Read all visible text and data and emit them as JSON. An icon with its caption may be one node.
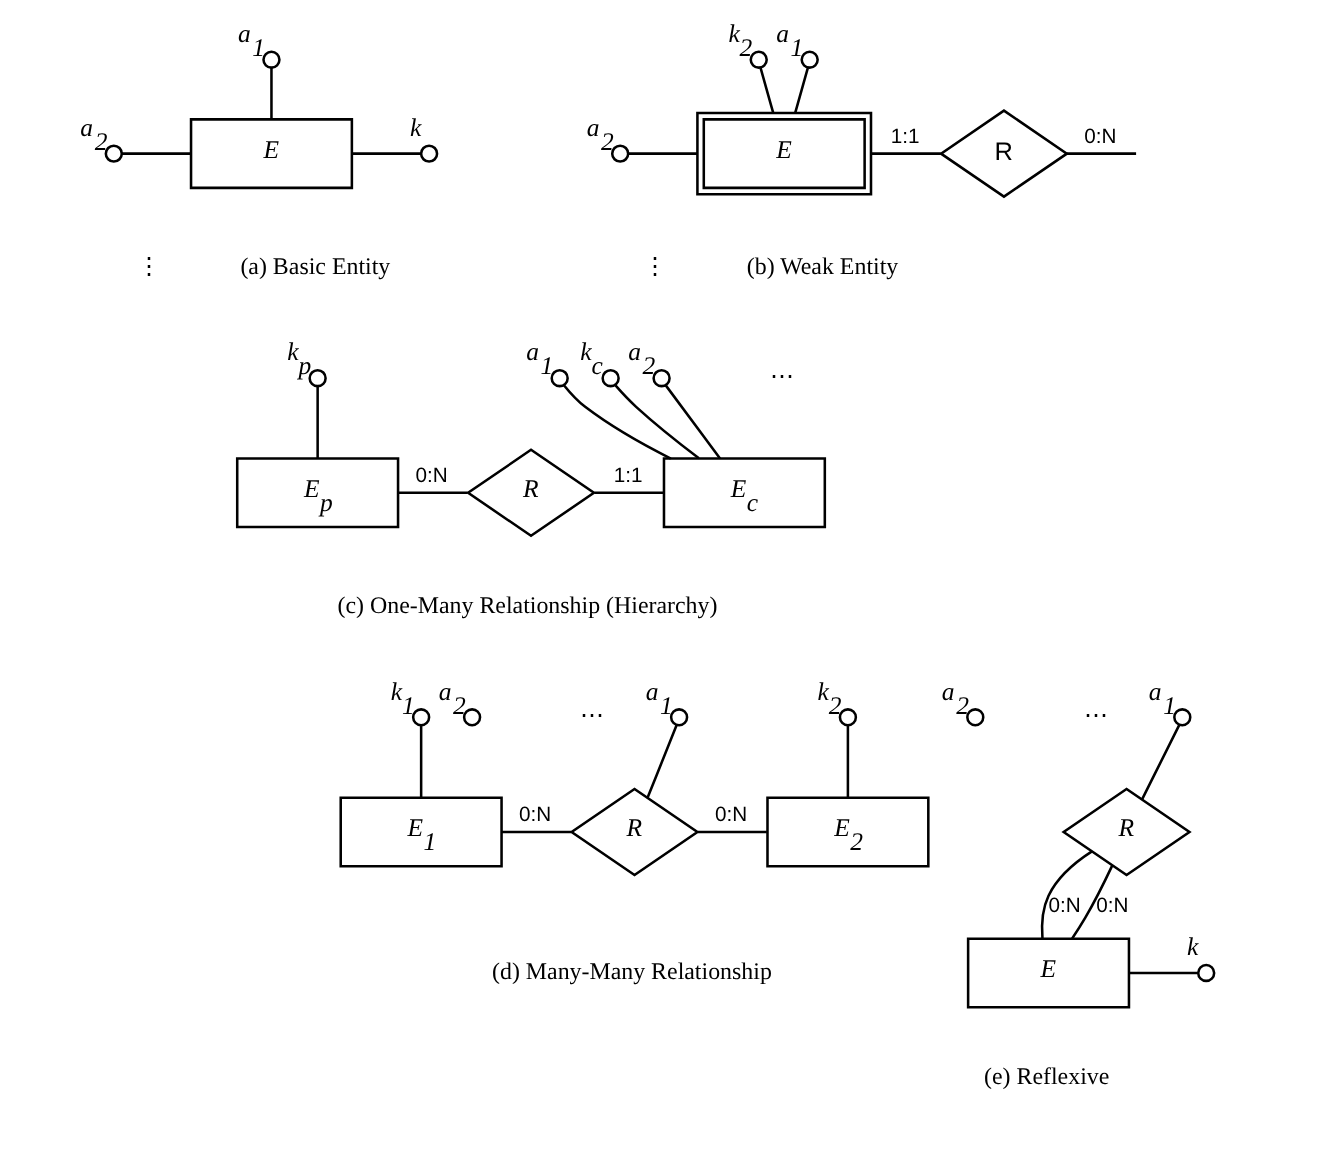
{
  "diagram": {
    "nodes": [
      {
        "text": [
          "E"
        ]
      },
      {
        "text": [],
        "shape": "circle",
        "beside": [
          "a$_{1}$"
        ]
      },
      {
        "text": [],
        "shape": "circle",
        "beside": [
          "a$_{2}$"
        ]
      },
      {
        "text": [],
        "shape": "circle",
        "beside": [
          "k"
        ]
      },
      {
        "text": [
          "E"
        ]
      },
      {
        "text": [],
        "shape": "circle",
        "beside": [
          "a$_{1}$"
        ]
      },
      {
        "text": [],
        "shape": "circle",
        "beside": [
          "a$_{2}$"
        ]
      },
      {
        "text": [],
        "shape": "circle",
        "beside": [
          "k$_{2}$"
        ]
      },
      {
        "text": [
          "R"
        ]
      },
      {
        "text": [
          "E$_{p}$"
        ]
      },
      {
        "text": [],
        "shape": "circle",
        "beside": [
          "k$_{p}$"
        ]
      },
      {
        "text": [
          "R"
        ]
      },
      {
        "text": [
          "E$_{c}$"
        ]
      },
      {
        "text": [],
        "shape": "circle",
        "beside": [
          "k$_{c}$"
        ]
      },
      {
        "text": [],
        "shape": "circle",
        "beside": [
          "a$_{1}$"
        ]
      },
      {
        "text": [],
        "shape": "circle",
        "beside": [
          "a$_{2}$"
        ]
      },
      {
        "text": [
          "E$_{1}$"
        ]
      },
      {
        "text": [],
        "shape": "circle",
        "beside": [
          "k$_{1}$"
        ]
      },
      {
        "text": [
          "R"
        ]
      },
      {
        "text": [],
        "shape": "circle",
        "beside": [
          "a$_{1}$"
        ]
      },
      {
        "text": [],
        "shape": "circle",
        "beside": [
          "a$_{2}$"
        ]
      },
      {
        "text": [
          "E$_{2}$"
        ]
      },
      {
        "text": [],
        "shape": "circle",
        "beside": [
          "k$_{2}$"
        ]
      },
      {
        "text": [
          "R"
        ]
      },
      {
        "text": [],
        "shape": "circle",
        "beside": [
          "a$_{1}$"
        ]
      },
      {
        "text": [],
        "shape": "circle",
        "beside": [
          "a$_{2}$"
        ]
      },
      {
        "text": [
          "E"
        ]
      },
      {
        "text": [],
        "shape": "circle",
        "beside": [
          "k"
        ]
      }
    ],
    "edges": [
      {
        "from": 1,
        "to": 0,
        "arrow": "none"
      },
      {
        "from": 2,
        "to": 0,
        "arrow": "none"
      },
      {
        "from": 0,
        "to": 3,
        "arrow": "none"
      },
      {
        "from": 5,
        "to": 4,
        "arrow": "none"
      },
      {
        "from": 6,
        "to": 4,
        "arrow": "none"
      },
      {
        "from": 7,
        "to": 4,
        "arrow": "none"
      },
      {
        "from": 4,
        "to": 8,
        "arrow": "none",
        "label": "1:1"
      },
      {
        "from": 8,
        "to": null,
        "arrow": "none",
        "label": "0:N"
      },
      {
        "from": 10,
        "to": 9,
        "arrow": "none"
      },
      {
        "from": 9,
        "to": 11,
        "arrow": "none",
        "label": "0:N"
      },
      {
        "from": 11,
        "to": 12,
        "arrow": "none",
        "label": "1:1"
      },
      {
        "from": 13,
        "to": 12,
        "arrow": "none"
      },
      {
        "from": 14,
        "to": 12,
        "arrow": "none"
      },
      {
        "from": 15,
        "to": 12,
        "arrow": "none"
      },
      {
        "from": 17,
        "to": 16,
        "arrow": "none"
      },
      {
        "from": 16,
        "to": 18,
        "arrow": "none",
        "label": "0:N"
      },
      {
        "from": 19,
        "to": 18,
        "arrow": "none"
      },
      {
        "from": 18,
        "to": 21,
        "arrow": "none",
        "label": "0:N"
      },
      {
        "from": 22,
        "to": 21,
        "arrow": "none"
      },
      {
        "from": 24,
        "to": 23,
        "arrow": "none"
      },
      {
        "from": 23,
        "to": 26,
        "arrow": "none",
        "label": "0:N"
      },
      {
        "from": 23,
        "to": 26,
        "arrow": "none",
        "label": "0:N"
      },
      {
        "from": 26,
        "to": 27,
        "arrow": "none"
      }
    ],
    "labels": [
      "⋮",
      "(a) Basic Entity",
      "⋮",
      "(b) Weak Entity",
      "⋯",
      "(c) One-Many Relationship (Hierarchy)",
      "⋯",
      "(d) Many-Many Relationship",
      "⋯",
      "(e) Reflexive"
    ]
  }
}
